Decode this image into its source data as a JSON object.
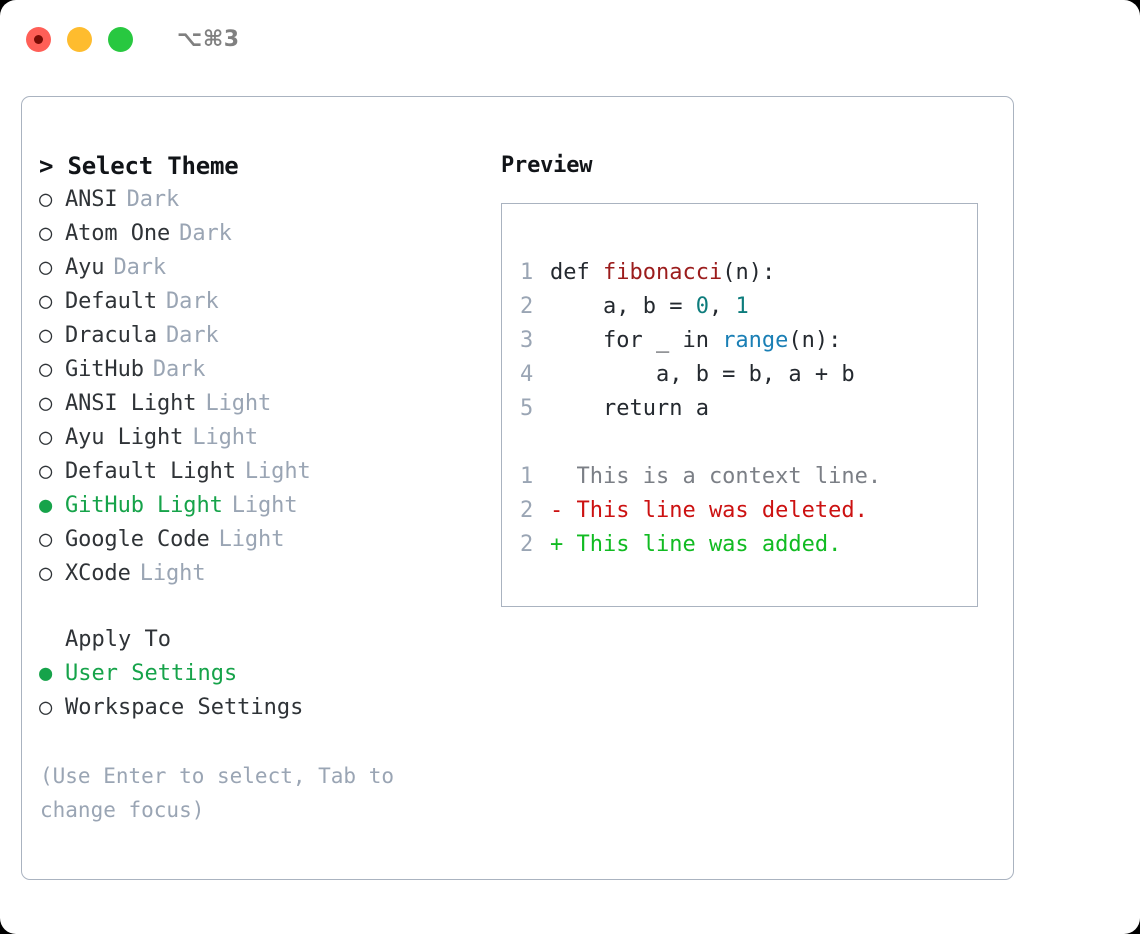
{
  "titlebar": {
    "shortcut": "⌥⌘3",
    "buttons": [
      {
        "name": "close",
        "color": "#ff5f57"
      },
      {
        "name": "minimize",
        "color": "#febc2e"
      },
      {
        "name": "maximize",
        "color": "#28c840"
      }
    ]
  },
  "theme_picker": {
    "heading": "> Select Theme",
    "marker_unselected": "○",
    "marker_selected": "●",
    "items": [
      {
        "name": "ANSI",
        "kind": "Dark",
        "selected": false
      },
      {
        "name": "Atom One",
        "kind": "Dark",
        "selected": false
      },
      {
        "name": "Ayu",
        "kind": "Dark",
        "selected": false
      },
      {
        "name": "Default",
        "kind": "Dark",
        "selected": false
      },
      {
        "name": "Dracula",
        "kind": "Dark",
        "selected": false
      },
      {
        "name": "GitHub",
        "kind": "Dark",
        "selected": false
      },
      {
        "name": "ANSI Light",
        "kind": "Light",
        "selected": false
      },
      {
        "name": "Ayu Light",
        "kind": "Light",
        "selected": false
      },
      {
        "name": "Default Light",
        "kind": "Light",
        "selected": false
      },
      {
        "name": "GitHub Light",
        "kind": "Light",
        "selected": true
      },
      {
        "name": "Google Code",
        "kind": "Light",
        "selected": false
      },
      {
        "name": "XCode",
        "kind": "Light",
        "selected": false
      }
    ]
  },
  "apply_to": {
    "label": "Apply To",
    "options": [
      {
        "name": "User Settings",
        "selected": true
      },
      {
        "name": "Workspace Settings",
        "selected": false
      }
    ]
  },
  "hint": "(Use Enter to select, Tab to change focus)",
  "preview": {
    "title": "Preview",
    "code_lines": [
      {
        "n": "1",
        "segments": [
          {
            "text": "def ",
            "tok": "plain"
          },
          {
            "text": "fibonacci",
            "tok": "fn"
          },
          {
            "text": "(n):",
            "tok": "plain"
          }
        ]
      },
      {
        "n": "2",
        "segments": [
          {
            "text": "    a, b = ",
            "tok": "plain"
          },
          {
            "text": "0",
            "tok": "num"
          },
          {
            "text": ", ",
            "tok": "plain"
          },
          {
            "text": "1",
            "tok": "num"
          }
        ]
      },
      {
        "n": "3",
        "segments": [
          {
            "text": "    for _ in ",
            "tok": "plain"
          },
          {
            "text": "range",
            "tok": "call"
          },
          {
            "text": "(n):",
            "tok": "plain"
          }
        ]
      },
      {
        "n": "4",
        "segments": [
          {
            "text": "        a, b = b, a + b",
            "tok": "plain"
          }
        ]
      },
      {
        "n": "5",
        "segments": [
          {
            "text": "    return a",
            "tok": "plain"
          }
        ]
      }
    ],
    "diff_lines": [
      {
        "n": "1",
        "kind": "ctx",
        "text": "  This is a context line."
      },
      {
        "n": "2",
        "kind": "del",
        "text": "- This line was deleted."
      },
      {
        "n": "2",
        "kind": "add",
        "text": "+ This line was added."
      }
    ]
  },
  "colors": {
    "accent_green": "#16a34a",
    "muted": "#9aa5b4",
    "border": "#aab3c0",
    "token_function": "#9b1c1c",
    "token_number": "#0d7c7c",
    "token_call": "#1a7fb5",
    "diff_add": "#11bb22",
    "diff_del": "#cc1111",
    "diff_ctx": "#7b7f86"
  }
}
